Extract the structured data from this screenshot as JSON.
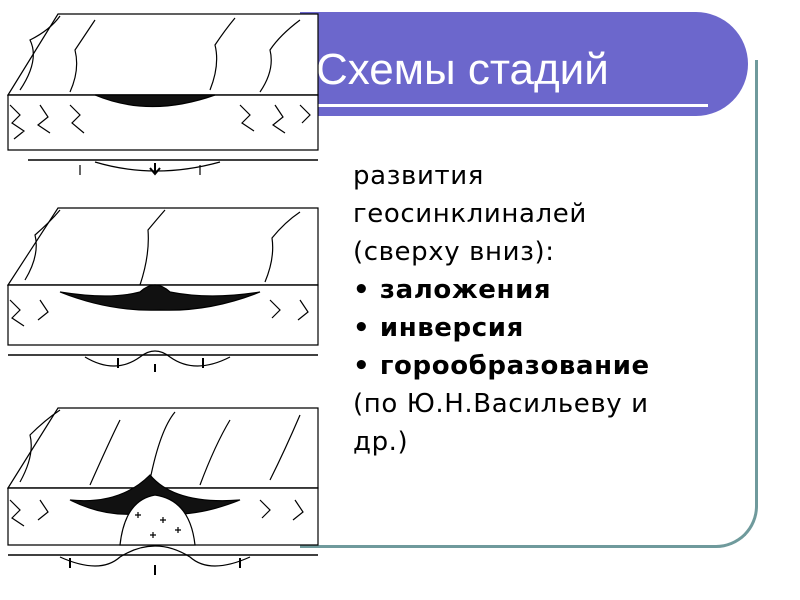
{
  "slide": {
    "title": "Схемы стадий",
    "lines": {
      "l1": "развития",
      "l2": "геосинклиналей",
      "l3": "(сверху вниз):"
    },
    "bullets": [
      "• заложения",
      "• инверсия",
      "• горообразование"
    ],
    "source": {
      "l1": "(по Ю.Н.Васильеву и",
      "l2": "др.)"
    }
  },
  "colors": {
    "title_bg": "#6c67cc",
    "frame_border": "#6f9a9c",
    "title_text": "#ffffff"
  }
}
